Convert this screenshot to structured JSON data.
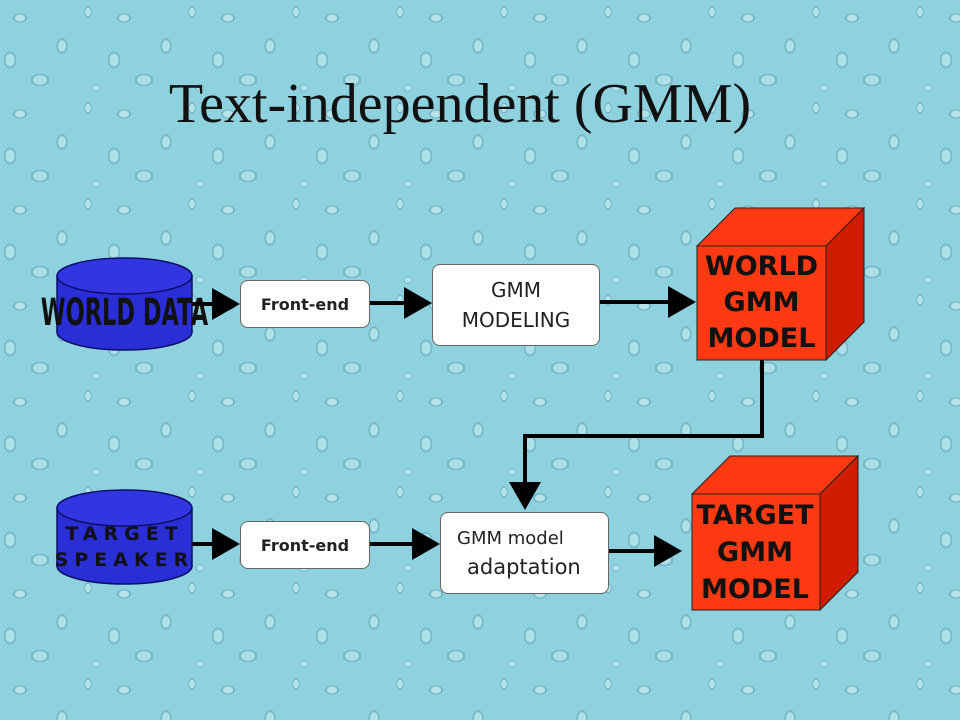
{
  "slide": {
    "title": "Text-independent (GMM)"
  },
  "top_row": {
    "database_label": "WORLD DATA",
    "frontend_label": "Front-end",
    "modeling_line1": "GMM",
    "modeling_line2": "MODELING",
    "model_line1": "WORLD",
    "model_line2": "GMM",
    "model_line3": "MODEL"
  },
  "bottom_row": {
    "database_line1": "TARGET",
    "database_line2": "SPEAKER",
    "frontend_label": "Front-end",
    "adaptation_line1": "GMM model",
    "adaptation_line2": "adaptation",
    "model_line1": "TARGET",
    "model_line2": "GMM",
    "model_line3": "MODEL"
  },
  "colors": {
    "background": "#8fd2df",
    "database_fill": "#2a2ed6",
    "cube_front": "#ff3a12",
    "cube_side": "#d01c00",
    "arrow": "#000000"
  }
}
